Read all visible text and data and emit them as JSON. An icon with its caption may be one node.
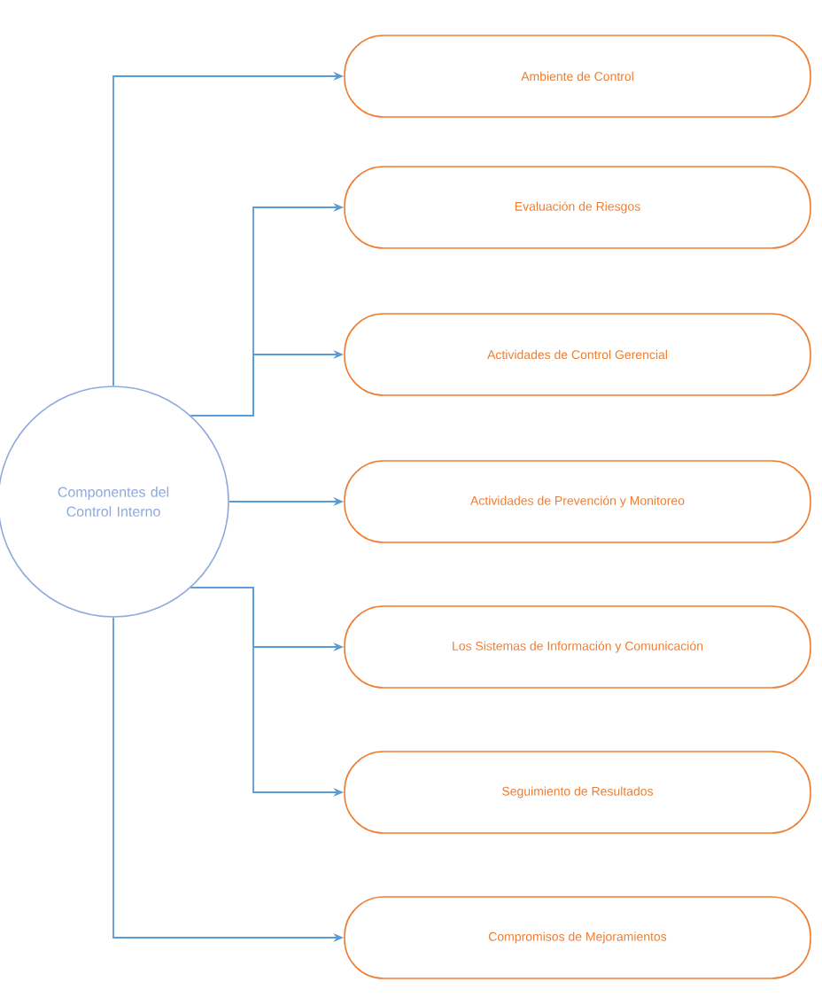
{
  "diagram": {
    "nodes": [
      {
        "text": [
          "Componentes del Control Interno"
        ]
      },
      {
        "text": [
          "Ambiente de Control"
        ]
      },
      {
        "text": [
          "Evaluación de Riesgos"
        ]
      },
      {
        "text": [
          "Actividades de Control Gerencial"
        ]
      },
      {
        "text": [
          "Actividades de Prevención y Monitoreo"
        ]
      },
      {
        "text": [
          "Los Sistemas de Información y Comunicación"
        ]
      },
      {
        "text": [
          "Seguimiento de Resultados"
        ]
      },
      {
        "text": [
          "Compromisos de Mejoramientos"
        ]
      }
    ],
    "edges": [
      {
        "from": 0,
        "to": 1,
        "arrow": "to"
      },
      {
        "from": 0,
        "to": 2,
        "arrow": "to"
      },
      {
        "from": 0,
        "to": 3,
        "arrow": "to"
      },
      {
        "from": 0,
        "to": 4,
        "arrow": "to"
      },
      {
        "from": 0,
        "to": 5,
        "arrow": "to"
      },
      {
        "from": 0,
        "to": 6,
        "arrow": "to"
      },
      {
        "from": 0,
        "to": 7,
        "arrow": "to"
      }
    ]
  }
}
